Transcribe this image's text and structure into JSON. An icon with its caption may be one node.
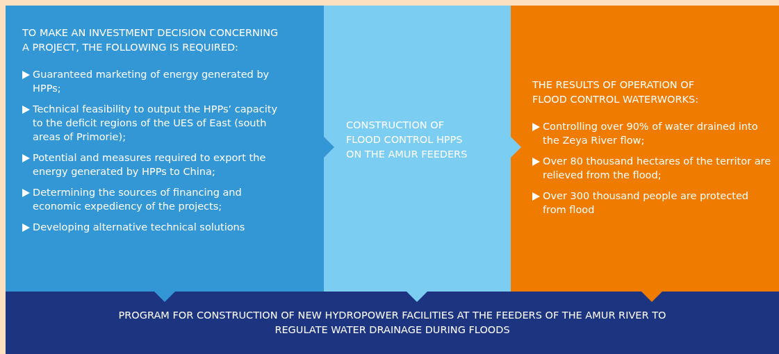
{
  "diagram": {
    "nodes": [
      {
        "text": [
          "TO MAKE AN INVESTMENT DECISION CONCERNING A PROJECT, THE FOLLOWING IS REQUIRED:",
          "Guaranteed marketing of energy generated by HPPs;",
          "Technical feasibility to output the HPPs’ capacity to the deficit regions of the UES of East (south areas of Primorie);",
          "Potential and measures required to export the energy generated by HPPs to China;",
          "Determining the sources of financing and economic expediency of the projects;",
          "Developing alternative technical solutions"
        ]
      },
      {
        "text": [
          "CONSTRUCTION OF FLOOD CONTROL HPPS ON THE AMUR FEEDERS"
        ]
      },
      {
        "text": [
          "THE RESULTS OF OPERATION OF FLOOD CONTROL WATERWORKS:",
          "Controlling over 90% of water drained into the Zeya River flow;",
          "Over 80 thousand hectares of the territor are relieved from the flood;",
          "Over 300 thousand people are protected from flood"
        ]
      },
      {
        "text": [
          "PROGRAM FOR CONSTRUCTION OF NEW HYDROPOWER FACILITIES AT THE FEEDERS OF THE AMUR RIVER TO REGULATE WATER DRAINAGE DURING FLOODS"
        ]
      }
    ],
    "edges": [
      {
        "from": 0,
        "to": 1,
        "arrow": "to",
        "color": "#3497d5"
      },
      {
        "from": 1,
        "to": 2,
        "arrow": "to",
        "color": "#7ccdf2"
      },
      {
        "from": 0,
        "to": 3,
        "arrow": "to",
        "color": "#3497d5"
      },
      {
        "from": 1,
        "to": 3,
        "arrow": "to",
        "color": "#7ccdf2"
      },
      {
        "from": 2,
        "to": 3,
        "arrow": "to",
        "color": "#ef7b00"
      }
    ]
  }
}
